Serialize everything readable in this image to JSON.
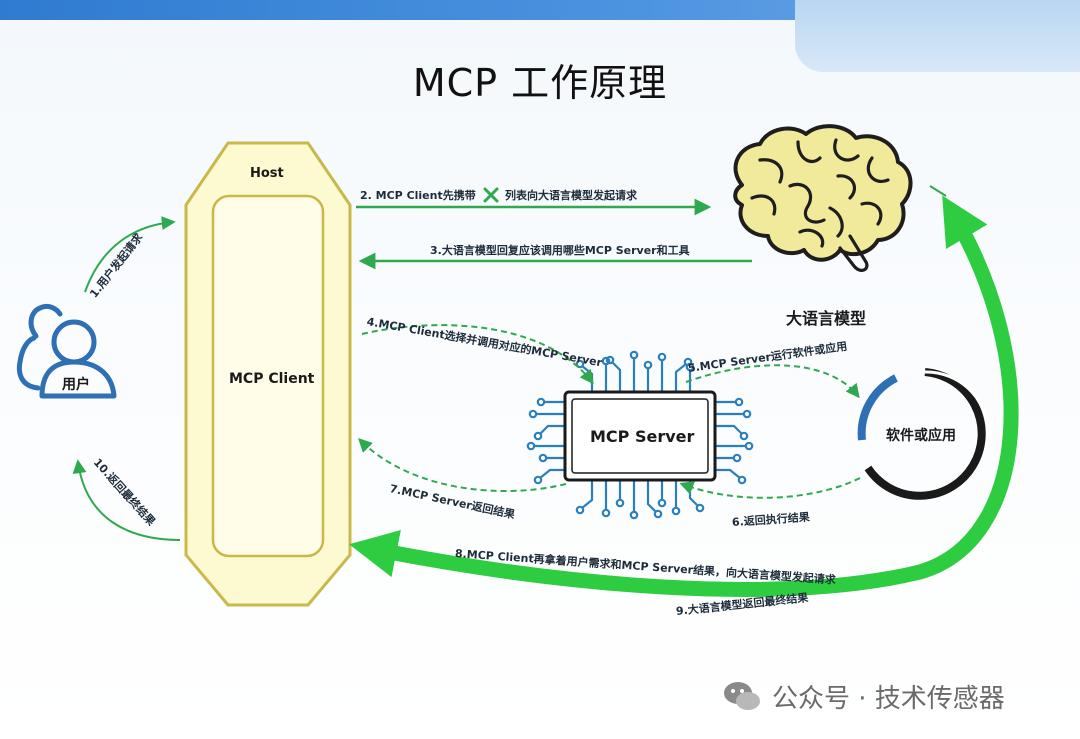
{
  "title": "MCP 工作原理",
  "nodes": {
    "host": "Host",
    "client": "MCP Client",
    "server": "MCP Server",
    "user": "用户",
    "llm": "大语言模型",
    "app": "软件或应用"
  },
  "steps": {
    "s1": "1.用户发起请求",
    "s2a": "2. MCP Client先携带",
    "s2b": "列表向大语言模型发起请求",
    "s3": "3.大语言模型回复应该调用哪些MCP Server和工具",
    "s4": "4.MCP Client选择并调用对应的MCP Server",
    "s5": "5.MCP Server运行软件或应用",
    "s6": "6.返回执行结果",
    "s7": "7.MCP Server返回结果",
    "s8": "8.MCP Client再拿着用户需求和MCP Server结果，向大语言模型发起请求",
    "s9": "9.大语言模型返回最终结果",
    "s10": "10.返回最终结果"
  },
  "watermark": "公众号 · 技术传感器",
  "colors": {
    "arrow_green": "#2fa84f",
    "big_arrow": "#2ecc40",
    "host_fill": "#fdf9d0",
    "host_border": "#c9b84a",
    "brain_fill": "#f0ea9a",
    "user_blue": "#2f6fb4"
  }
}
